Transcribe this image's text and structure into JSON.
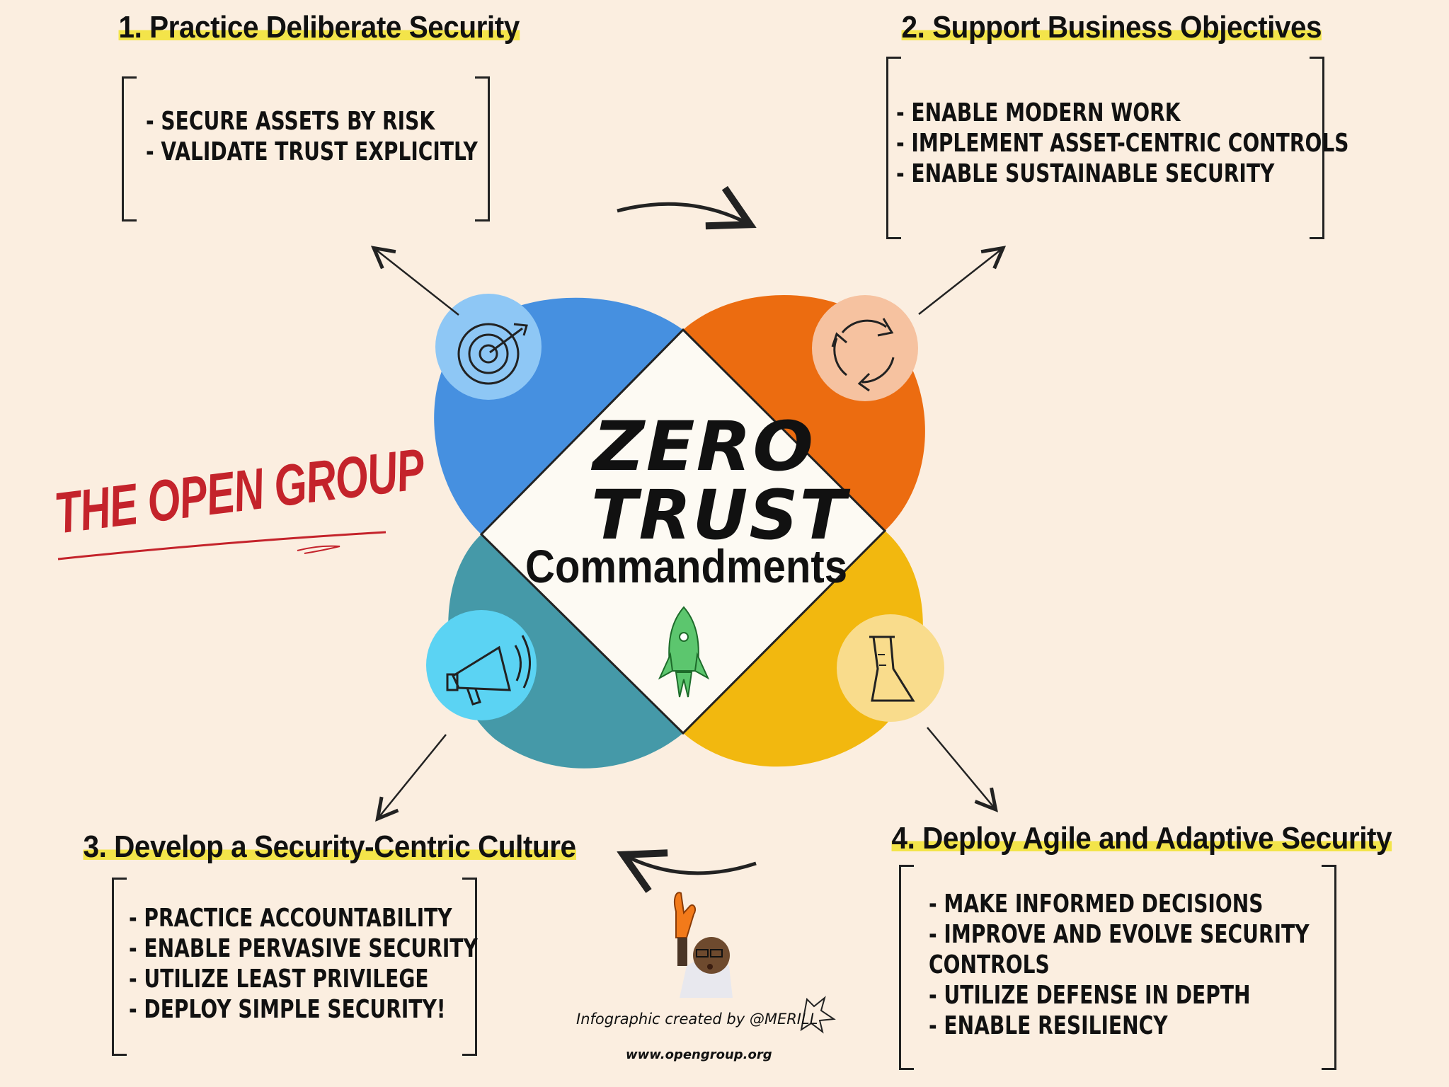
{
  "title": {
    "line1": "ZERO",
    "line2": "TRUST",
    "line3": "Commandments"
  },
  "brand": "THE OPEN GROUP",
  "sections": [
    {
      "heading": "1. Practice Deliberate Security",
      "items": [
        "- SECURE ASSETS BY RISK",
        "- VALIDATE TRUST EXPLICITLY"
      ],
      "color": "#4690e0",
      "icon": "target-icon"
    },
    {
      "heading": "2. Support Business Objectives",
      "items": [
        "- ENABLE MODERN WORK",
        "- IMPLEMENT ASSET-CENTRIC CONTROLS",
        "- ENABLE SUSTAINABLE SECURITY"
      ],
      "color": "#ec6c10",
      "icon": "cycle-icon"
    },
    {
      "heading": "3. Develop a Security-Centric Culture",
      "items": [
        "- PRACTICE ACCOUNTABILITY",
        "- ENABLE PERVASIVE SECURITY",
        "- UTILIZE LEAST PRIVILEGE",
        "- DEPLOY SIMPLE SECURITY!"
      ],
      "color": "#4599a8",
      "icon": "megaphone-icon"
    },
    {
      "heading": "4. Deploy Agile and Adaptive Security",
      "items": [
        "- MAKE INFORMED DECISIONS",
        "- IMPROVE AND EVOLVE SECURITY",
        "CONTROLS",
        "- UTILIZE DEFENSE IN DEPTH",
        "- ENABLE RESILIENCY"
      ],
      "color": "#f2b80f",
      "icon": "flask-icon"
    }
  ],
  "center_icon": "rocket-icon",
  "credit": "Infographic created by @MERILL",
  "website": "www.opengroup.org",
  "colors": {
    "background": "#fbeee0",
    "highlight": "#f3e44a",
    "brand_red": "#c4232b",
    "rocket_green": "#5cc66e"
  }
}
